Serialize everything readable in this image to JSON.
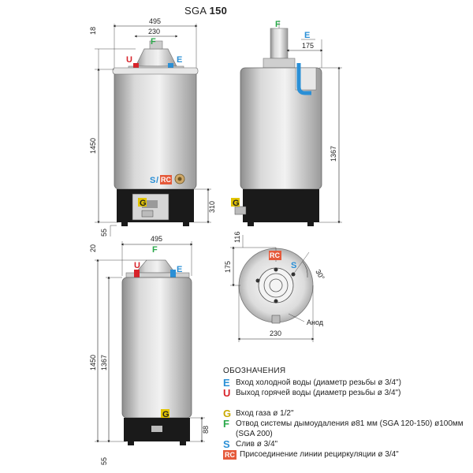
{
  "title": {
    "prefix": "SGA",
    "model": "150"
  },
  "labels": {
    "E": "E",
    "U": "U",
    "F": "F",
    "G": "G",
    "S": "S",
    "RC": "RC",
    "S_RC_sep": "/"
  },
  "dimensions": {
    "front_width": "495",
    "flue_width": "230",
    "top_offset": "18",
    "total_height": "1450",
    "base_height": "310",
    "foot_height": "55",
    "side_depth": "175",
    "side_height": "1367",
    "front2_width": "495",
    "front2_top": "20",
    "front2_height": "1450",
    "front2_inner": "1367",
    "front2_base": "88",
    "front2_foot": "55",
    "plan_116": "116",
    "plan_175": "175",
    "plan_angle": "30°",
    "plan_width": "230",
    "anode": "Анод"
  },
  "legend": {
    "heading": "ОБОЗНАЧЕНИЯ",
    "items": [
      {
        "code": "E",
        "text": "Вход холодной воды (диаметр резьбы ø 3/4\")",
        "color": "#2a8fd6"
      },
      {
        "code": "U",
        "text": "Выход горячей воды (диаметр резьбы ø 3/4\")",
        "color": "#d8232a"
      },
      {
        "code": "G",
        "text": "Вход газа ø 1/2\"",
        "color": "#e2c400"
      },
      {
        "code": "F",
        "text": "Отвод системы дымоудаления ø81 мм (SGA 120-150) ø100мм (SGA 200)",
        "color": "#2aa84a"
      },
      {
        "code": "S",
        "text": "Слив ø 3/4\"",
        "color": "#2a8fd6"
      },
      {
        "code": "RC",
        "text": "Присоединение линии рециркуляции ø 3/4\"",
        "color": "#e55a3b"
      }
    ]
  },
  "colors": {
    "cold": "#2a8fd6",
    "hot": "#d8232a",
    "flue": "#2aa84a",
    "gas": "#e2c400",
    "recirc": "#e55a3b",
    "base": "#1a1a1a"
  }
}
